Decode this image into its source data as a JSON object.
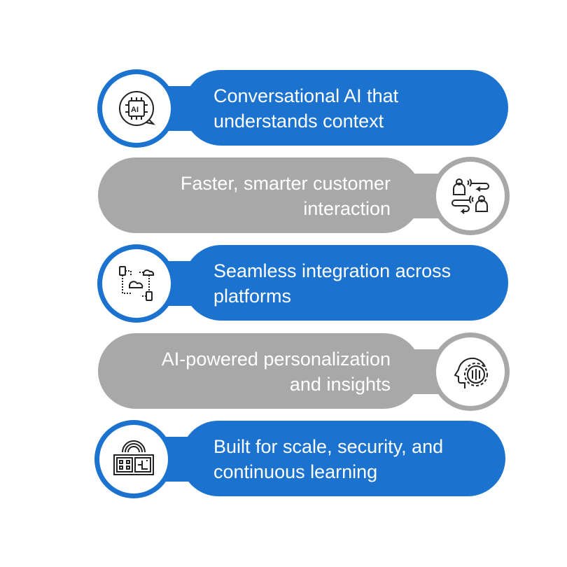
{
  "colors": {
    "blue": "#1b72cf",
    "gray": "#a8a8a8"
  },
  "items": [
    {
      "lines": [
        "Conversational AI that",
        "understands context"
      ],
      "icon": "ai-chat-chip-icon",
      "color": "blue"
    },
    {
      "lines": [
        "Faster, smarter customer",
        "interaction"
      ],
      "icon": "customer-interaction-icon",
      "color": "gray"
    },
    {
      "lines": [
        "Seamless integration across",
        "platforms"
      ],
      "icon": "cloud-integration-icon",
      "color": "blue"
    },
    {
      "lines": [
        "AI-powered personalization",
        "and insights"
      ],
      "icon": "head-gear-icon",
      "color": "gray"
    },
    {
      "lines": [
        "Built for scale, security, and",
        "continuous learning"
      ],
      "icon": "learning-book-network-icon",
      "color": "blue"
    }
  ]
}
